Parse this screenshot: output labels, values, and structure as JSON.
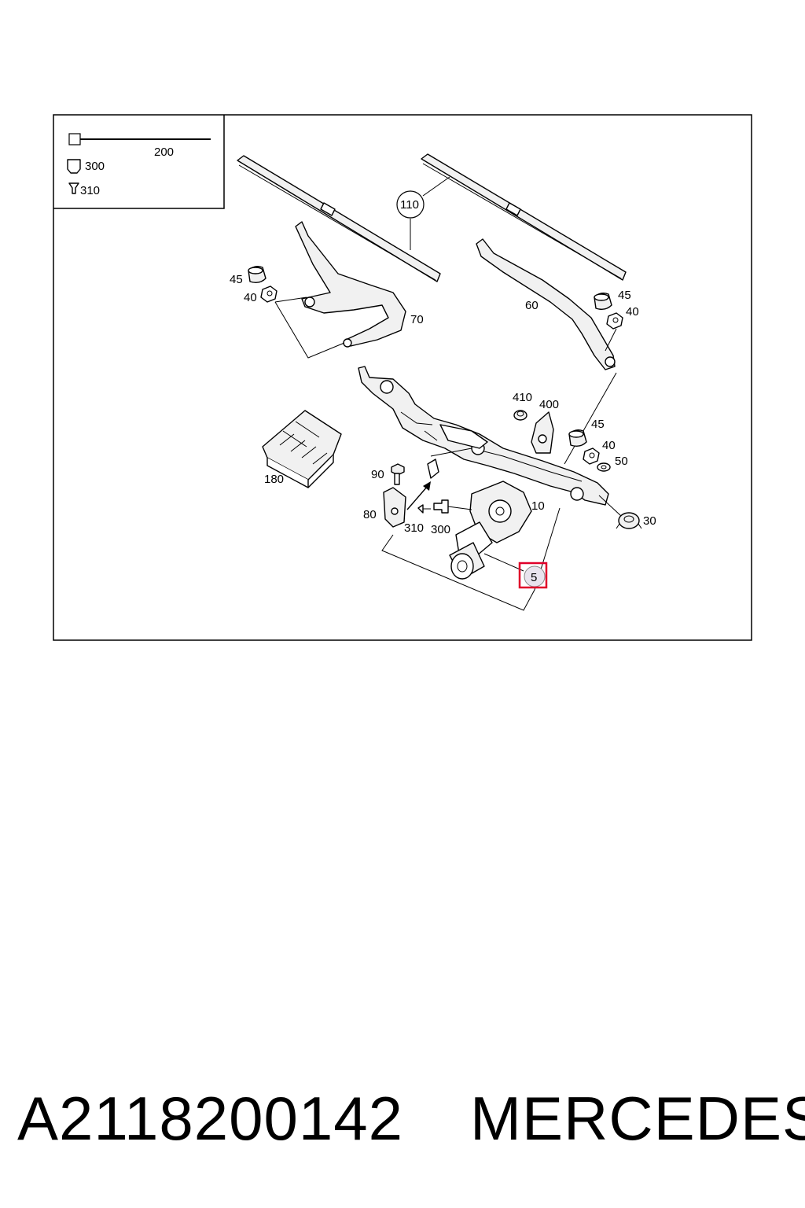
{
  "diagram": {
    "legend": {
      "cable_number": "200",
      "connector_number": "300",
      "terminal_number": "310"
    },
    "callouts": {
      "c110": "110",
      "c45a": "45",
      "c40a": "40",
      "c70": "70",
      "c60": "60",
      "c45b": "45",
      "c40b": "40",
      "c410": "410",
      "c400": "400",
      "c45c": "45",
      "c40c": "40",
      "c50": "50",
      "c180": "180",
      "c90": "90",
      "c80": "80",
      "c310": "310",
      "c300": "300",
      "c10": "10",
      "c30": "30",
      "c5": "5"
    },
    "highlighted_part": "5",
    "highlight_color": "#e0002a"
  },
  "footer": {
    "part_number": "A2118200142",
    "brand": "MERCEDES"
  }
}
